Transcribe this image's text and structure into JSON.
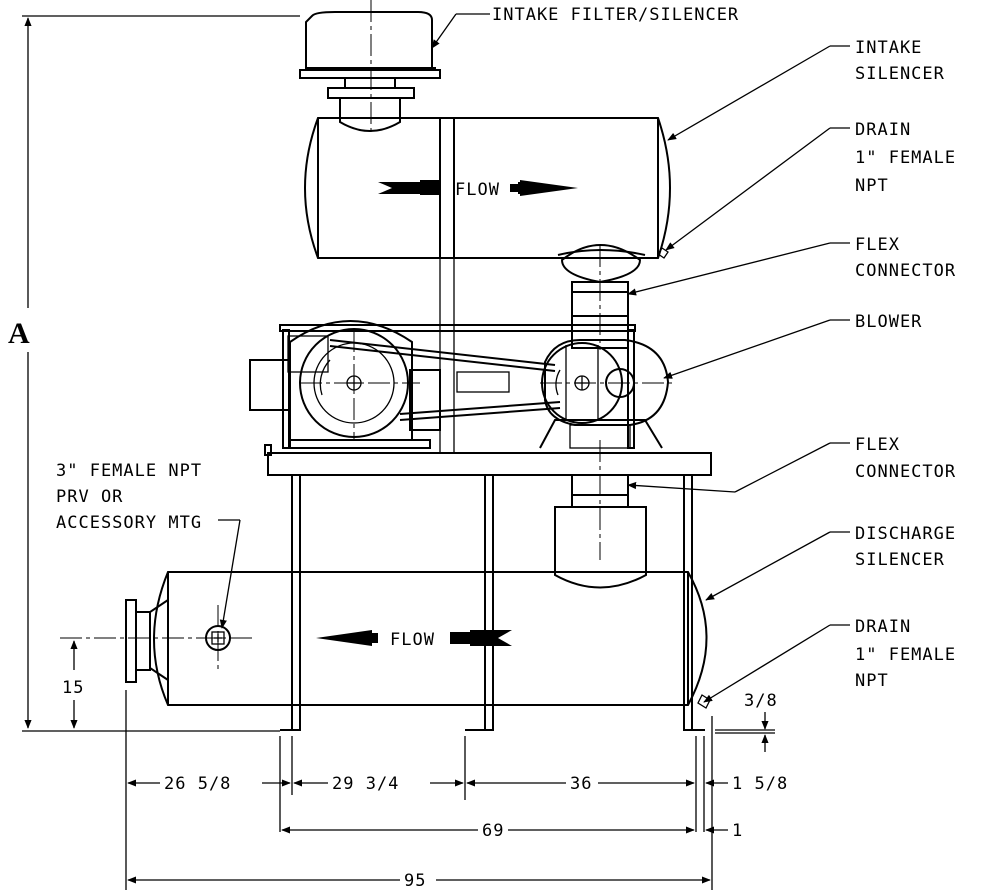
{
  "labels": {
    "intake_filter": "INTAKE FILTER/SILENCER",
    "intake_silencer_1": "INTAKE",
    "intake_silencer_2": "SILENCER",
    "drain_top_1": "DRAIN",
    "drain_top_2": "1\" FEMALE",
    "drain_top_3": "NPT",
    "flex_top_1": "FLEX",
    "flex_top_2": "CONNECTOR",
    "blower": "BLOWER",
    "flex_bottom_1": "FLEX",
    "flex_bottom_2": "CONNECTOR",
    "discharge_1": "DISCHARGE",
    "discharge_2": "SILENCER",
    "drain_bottom_1": "DRAIN",
    "drain_bottom_2": "1\" FEMALE",
    "drain_bottom_3": "NPT",
    "prv_1": "3\" FEMALE NPT",
    "prv_2": "PRV OR",
    "prv_3": "ACCESSORY MTG",
    "flow_top": "FLOW",
    "flow_bottom": "FLOW",
    "height_A": "A"
  },
  "dimensions": {
    "d15": "15",
    "d3_8": "3/8",
    "d26_5_8": "26 5/8",
    "d29_3_4": "29 3/4",
    "d36": "36",
    "d1_5_8": "1 5/8",
    "d69": "69",
    "d1": "1",
    "d95": "95"
  }
}
